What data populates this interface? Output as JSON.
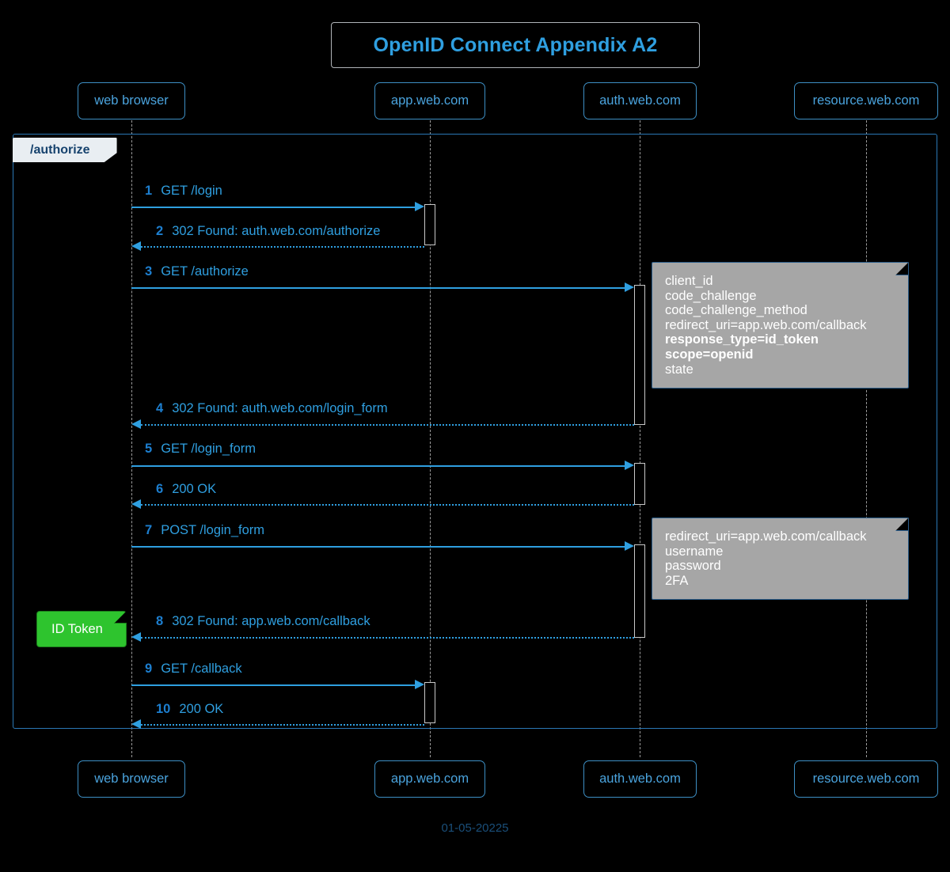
{
  "diagram": {
    "title": "OpenID Connect Appendix A2",
    "footer": "01-05-20225",
    "colors": {
      "background": "#000000",
      "accent": "#2f9fe0",
      "participant_border": "#3d8fc4",
      "group_border": "#2b78b5",
      "group_label_bg": "#e9eef2",
      "group_label_text": "#17436e",
      "note_bg": "#a6a6a6",
      "note_text": "#ffffff",
      "note_green_bg": "#2ec42e",
      "lifeline": "#9a9a9a",
      "activation_border": "#c9c9c9",
      "footer_text": "#1a4f7a"
    },
    "participants": [
      {
        "id": "browser",
        "label": "web browser"
      },
      {
        "id": "app",
        "label": "app.web.com"
      },
      {
        "id": "auth",
        "label": "auth.web.com"
      },
      {
        "id": "resource",
        "label": "resource.web.com"
      }
    ],
    "group": {
      "label": "/authorize"
    },
    "messages": [
      {
        "num": "1",
        "text": "GET /login",
        "from": "browser",
        "to": "app",
        "style": "solid"
      },
      {
        "num": "2",
        "text": "302 Found: auth.web.com/authorize",
        "from": "app",
        "to": "browser",
        "style": "dotted"
      },
      {
        "num": "3",
        "text": "GET /authorize",
        "from": "browser",
        "to": "auth",
        "style": "solid"
      },
      {
        "num": "4",
        "text": "302 Found: auth.web.com/login_form",
        "from": "auth",
        "to": "browser",
        "style": "dotted"
      },
      {
        "num": "5",
        "text": "GET /login_form",
        "from": "browser",
        "to": "auth",
        "style": "solid"
      },
      {
        "num": "6",
        "text": "200 OK",
        "from": "auth",
        "to": "browser",
        "style": "dotted"
      },
      {
        "num": "7",
        "text": "POST /login_form",
        "from": "browser",
        "to": "auth",
        "style": "solid"
      },
      {
        "num": "8",
        "text": "302 Found: app.web.com/callback",
        "from": "auth",
        "to": "browser",
        "style": "dotted"
      },
      {
        "num": "9",
        "text": "GET /callback",
        "from": "browser",
        "to": "app",
        "style": "solid"
      },
      {
        "num": "10",
        "text": "200 OK",
        "from": "app",
        "to": "browser",
        "style": "dotted"
      }
    ],
    "notes": [
      {
        "id": "authorize-params",
        "attached_to": "auth",
        "lines": [
          {
            "text": "client_id",
            "bold": false
          },
          {
            "text": "code_challenge",
            "bold": false
          },
          {
            "text": "code_challenge_method",
            "bold": false
          },
          {
            "text": "redirect_uri=app.web.com/callback",
            "bold": false
          },
          {
            "text": "response_type=id_token",
            "bold": true
          },
          {
            "text": "scope=openid",
            "bold": true
          },
          {
            "text": "state",
            "bold": false
          }
        ]
      },
      {
        "id": "login-form-params",
        "attached_to": "auth",
        "lines": [
          {
            "text": "redirect_uri=app.web.com/callback",
            "bold": false
          },
          {
            "text": "username",
            "bold": false
          },
          {
            "text": "password",
            "bold": false
          },
          {
            "text": "2FA",
            "bold": false
          }
        ]
      }
    ],
    "green_note": {
      "label": "ID Token",
      "attached_to": "browser"
    }
  }
}
